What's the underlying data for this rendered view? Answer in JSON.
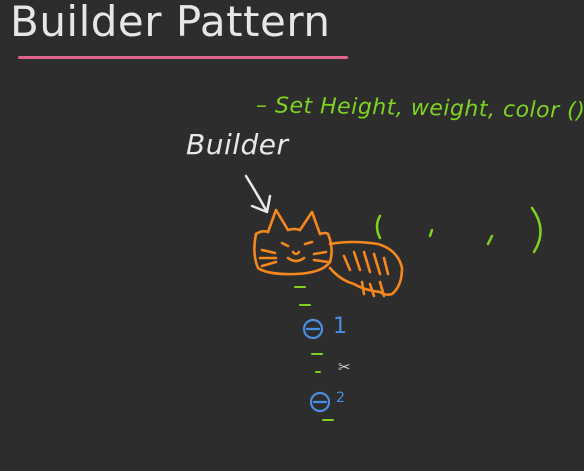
{
  "slide": {
    "title": "Builder Pattern",
    "note": "– Set Height, weight, color ()",
    "builder_label": "Builder",
    "step_one": "1",
    "step_two": "2",
    "scissors_symbol": "✂"
  },
  "colors": {
    "background": "#2d2d2d",
    "title": "#e6e6e6",
    "underline": "#e0648c",
    "green_note": "#7ed321",
    "cat": "#f5871f",
    "blue": "#4a90e2",
    "white_ink": "#e8e8e8"
  },
  "icons": [
    "cat-drawing-icon",
    "arrow-icon",
    "minus-circle-icon",
    "scissors-icon"
  ]
}
